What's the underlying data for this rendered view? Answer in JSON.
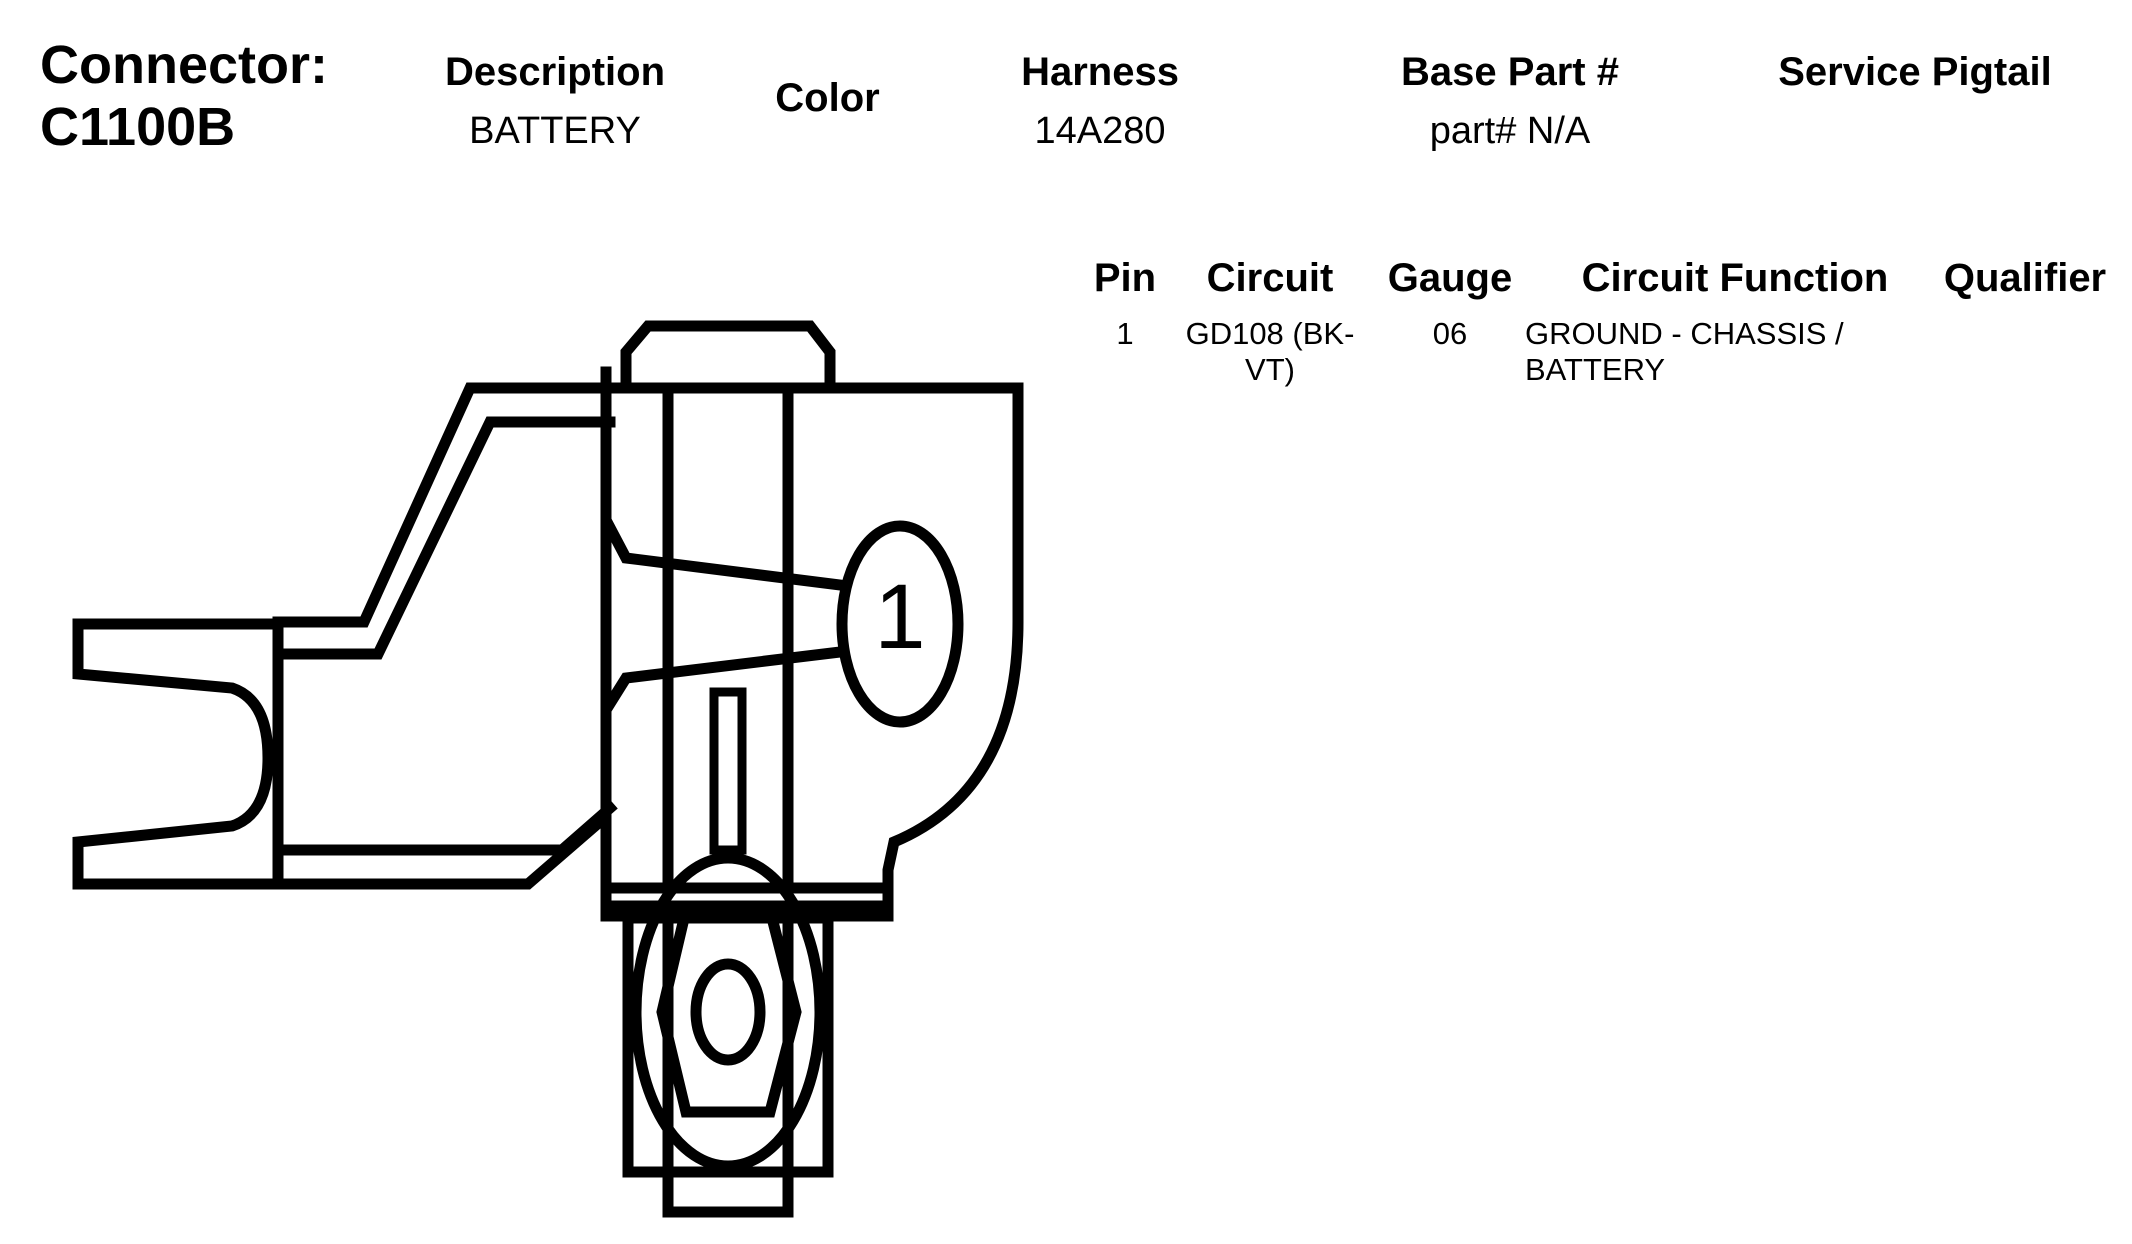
{
  "connector": {
    "label": "Connector:",
    "id": "C1100B"
  },
  "header": {
    "description": {
      "label": "Description",
      "value": "BATTERY"
    },
    "color": {
      "label": "Color"
    },
    "harness": {
      "label": "Harness",
      "value": "14A280"
    },
    "base_part": {
      "label": "Base Part #",
      "value": "part# N/A"
    },
    "service_pigtail": {
      "label": "Service Pigtail"
    }
  },
  "pin_table": {
    "columns": [
      "Pin",
      "Circuit",
      "Gauge",
      "Circuit Function",
      "Qualifier"
    ],
    "rows": [
      {
        "pin": "1",
        "circuit_line1": "GD108 (BK-",
        "circuit_line2": "VT)",
        "gauge": "06",
        "function_line1": "GROUND - CHASSIS /",
        "function_line2": "BATTERY",
        "qualifier": ""
      }
    ]
  },
  "diagram": {
    "pin_label": "1"
  }
}
